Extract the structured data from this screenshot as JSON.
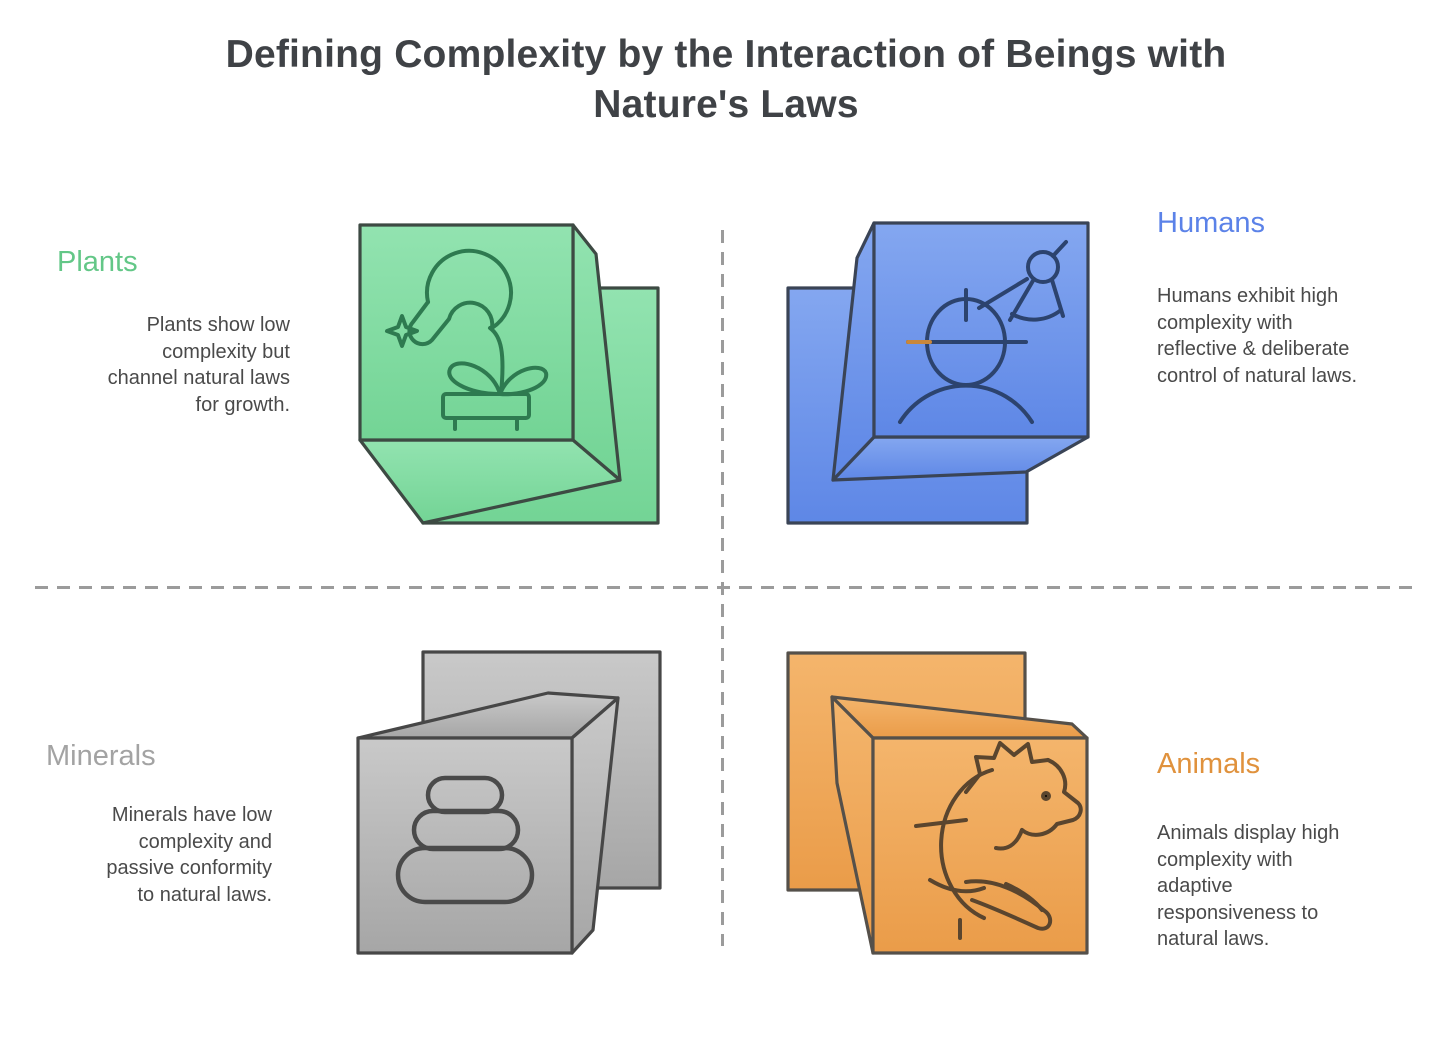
{
  "title": {
    "line1": "Defining Complexity by the Interaction of Beings with",
    "line2": "Nature's Laws"
  },
  "colors": {
    "title_text": "#3f4246",
    "body_text": "#4a4a4a",
    "divider": "#9b9b9b",
    "background": "#ffffff"
  },
  "quadrants": {
    "plants": {
      "label": "Plants",
      "description": "Plants show low complexity but channel natural laws for growth.",
      "label_color": "#63c787",
      "cube_fill_light": "#92e3b0",
      "cube_fill_dark": "#73d495",
      "cube_stroke": "#3d4a43",
      "icon_stroke": "#2e7a50",
      "icon": "potted-plant-with-sparkle"
    },
    "humans": {
      "label": "Humans",
      "description": "Humans exhibit high complexity with reflective & deliberate control of natural laws.",
      "label_color": "#5b82e8",
      "cube_fill_light": "#84a7f0",
      "cube_fill_dark": "#5e87e6",
      "cube_stroke": "#3a4456",
      "icon_stroke": "#2c436e",
      "accent_color": "#c9873a",
      "icon": "engineer-with-drafting-compass"
    },
    "minerals": {
      "label": "Minerals",
      "description": "Minerals have low complexity and passive conformity to natural laws.",
      "label_color": "#a3a3a3",
      "cube_fill_light": "#c9c9c9",
      "cube_fill_dark": "#a6a6a6",
      "cube_stroke": "#474747",
      "icon_stroke": "#4a4a4a",
      "icon": "stacked-stones"
    },
    "animals": {
      "label": "Animals",
      "description": "Animals display high complexity with adaptive responsiveness to natural laws.",
      "label_color": "#e0923d",
      "cube_fill_light": "#f4b56c",
      "cube_fill_dark": "#ea9c49",
      "cube_stroke": "#55504a",
      "icon_stroke": "#5a452e",
      "icon": "lion"
    }
  }
}
